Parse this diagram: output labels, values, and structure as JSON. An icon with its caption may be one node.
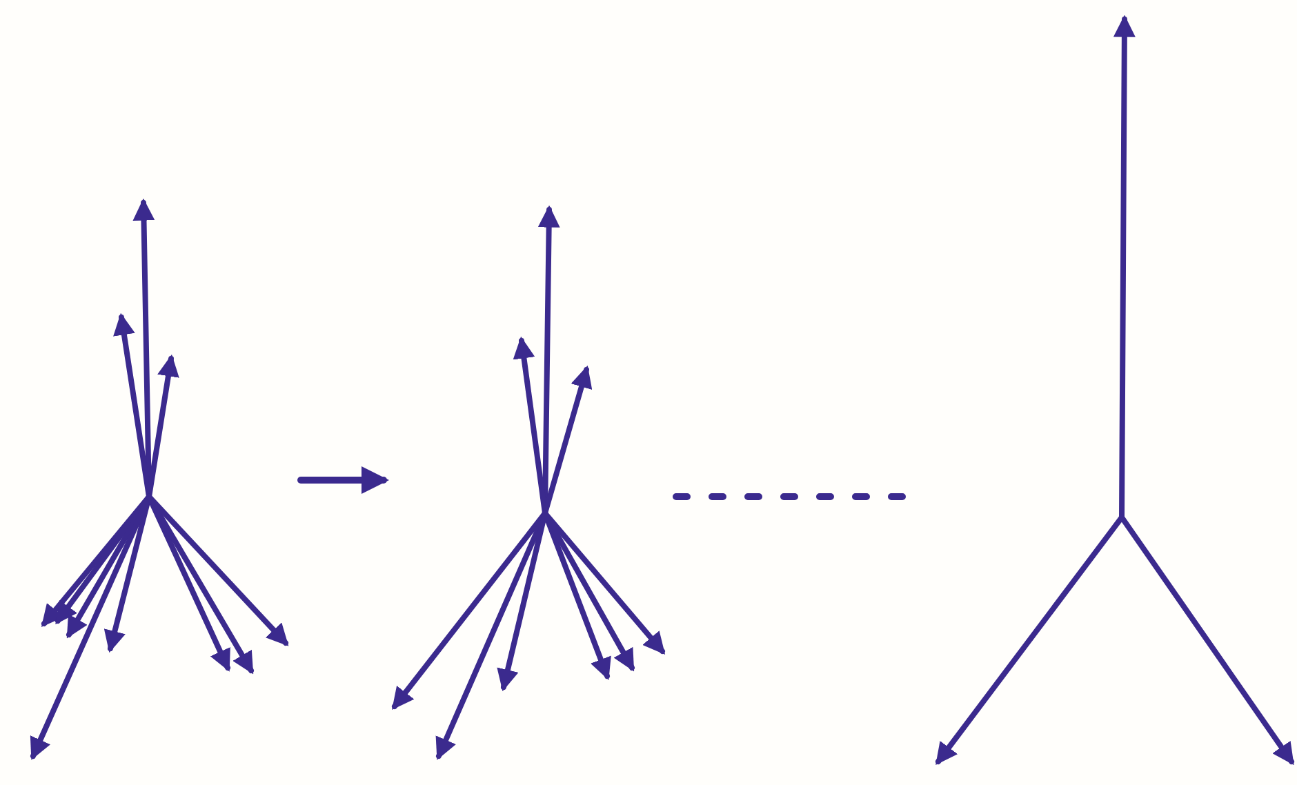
{
  "diagram": {
    "nodes": [
      {
        "text": [],
        "shape": "picture"
      },
      {
        "text": [],
        "shape": "picture"
      },
      {
        "text": [],
        "shape": "picture"
      }
    ],
    "edges": [
      {
        "from": 0,
        "to": 1,
        "arrow": "to"
      },
      {
        "from": 1,
        "to": 2,
        "arrow": "none",
        "style": "dashed"
      }
    ]
  }
}
